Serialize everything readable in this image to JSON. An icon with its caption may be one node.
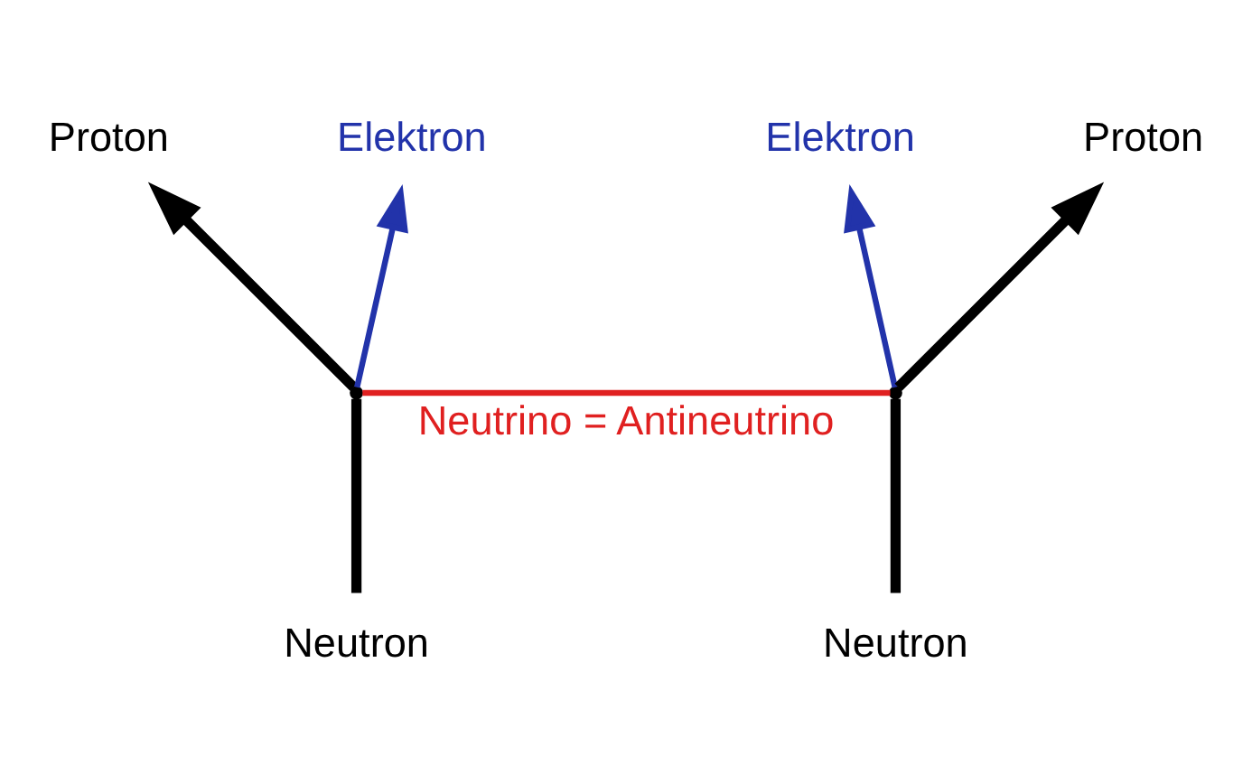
{
  "diagram": {
    "nodes": [
      {
        "text": [
          "Proton"
        ]
      },
      {
        "text": [
          "Elektron"
        ]
      },
      {
        "text": [
          "Elektron"
        ]
      },
      {
        "text": [
          "Proton"
        ]
      },
      {
        "text": [],
        "shape": "point"
      },
      {
        "text": [],
        "shape": "point"
      },
      {
        "text": [
          "Neutron"
        ]
      },
      {
        "text": [
          "Neutron"
        ]
      }
    ],
    "edges": [
      {
        "from": 7,
        "to": 4,
        "arrow": "none"
      },
      {
        "from": 4,
        "to": 0,
        "arrow": "to"
      },
      {
        "from": 4,
        "to": 1,
        "arrow": "to",
        "color": "#2233aa"
      },
      {
        "from": 4,
        "to": 5,
        "arrow": "none",
        "color": "#e02020",
        "label": "Neutrino = Antineutrino"
      },
      {
        "from": 6,
        "to": 5,
        "arrow": "none"
      },
      {
        "from": 5,
        "to": 3,
        "arrow": "to"
      },
      {
        "from": 5,
        "to": 2,
        "arrow": "to",
        "color": "#2233aa"
      }
    ]
  }
}
